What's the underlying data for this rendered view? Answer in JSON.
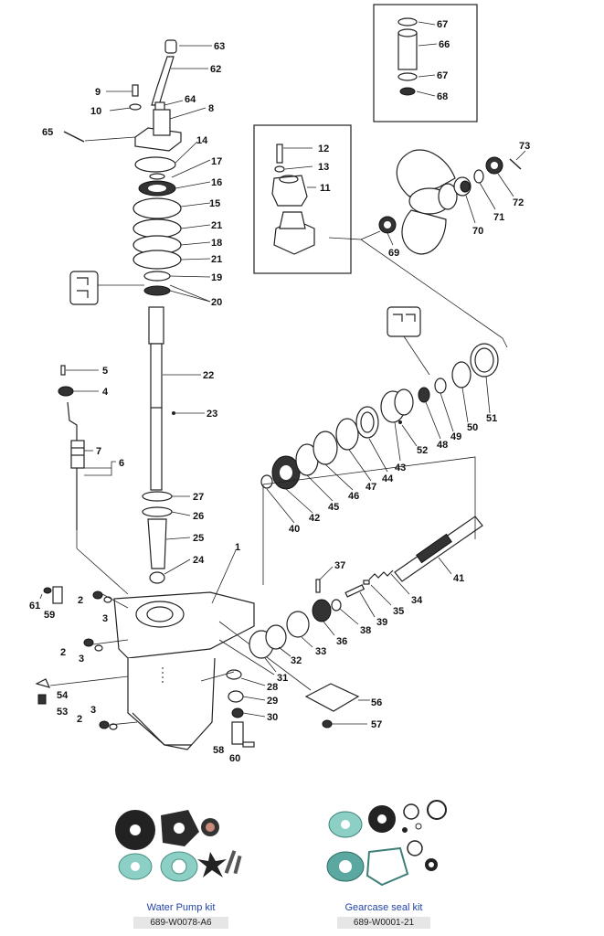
{
  "labels": {
    "l1": "1",
    "l2a": "2",
    "l2b": "2",
    "l2c": "2",
    "l3a": "3",
    "l3b": "3",
    "l3c": "3",
    "l4": "4",
    "l5": "5",
    "l6": "6",
    "l7": "7",
    "l8": "8",
    "l9": "9",
    "l10": "10",
    "l11": "11",
    "l12": "12",
    "l13": "13",
    "l14": "14",
    "l15": "15",
    "l16": "16",
    "l17": "17",
    "l18": "18",
    "l19": "19",
    "l20": "20",
    "l21a": "21",
    "l21b": "21",
    "l22": "22",
    "l23": "23",
    "l24": "24",
    "l25": "25",
    "l26": "26",
    "l27": "27",
    "l28": "28",
    "l29": "29",
    "l30": "30",
    "l31": "31",
    "l32": "32",
    "l33": "33",
    "l34": "34",
    "l35": "35",
    "l36": "36",
    "l37": "37",
    "l38": "38",
    "l39": "39",
    "l40": "40",
    "l41": "41",
    "l42": "42",
    "l43": "43",
    "l44": "44",
    "l45": "45",
    "l46": "46",
    "l47": "47",
    "l48": "48",
    "l49": "49",
    "l50": "50",
    "l51": "51",
    "l52": "52",
    "l53": "53",
    "l54": "54",
    "l56": "56",
    "l57": "57",
    "l58": "58",
    "l59": "59",
    "l60": "60",
    "l61": "61",
    "l62": "62",
    "l63": "63",
    "l64": "64",
    "l65": "65",
    "l66": "66",
    "l67a": "67",
    "l67b": "67",
    "l68": "68",
    "l69": "69",
    "l70": "70",
    "l71": "71",
    "l72": "72",
    "l73": "73"
  },
  "kits": {
    "water_pump": {
      "name": "Water Pump kit",
      "code": "689-W0078-A6"
    },
    "gearcase": {
      "name": "Gearcase seal kit",
      "code": "689-W0001-21"
    }
  },
  "colors": {
    "kit_name": "#2244aa",
    "seal_teal": "#5aa8a0",
    "dark_part": "#222222"
  }
}
